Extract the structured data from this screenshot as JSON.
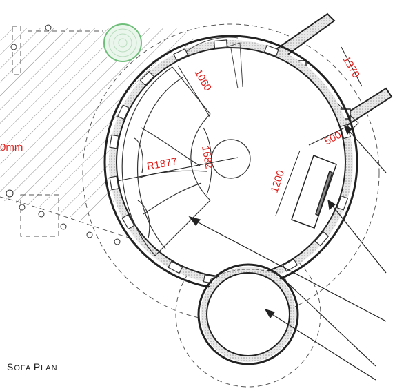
{
  "drawing": {
    "caption_first": "S",
    "caption_rest": "OFA ",
    "caption_first2": "P",
    "caption_rest2": "LAN"
  },
  "dimensions": {
    "d1060": "1060",
    "d1370": "1370",
    "r1877": "R1877",
    "d1682": "1682",
    "d500": "500",
    "d1200": "1200",
    "left_note": "0mm"
  },
  "colors": {
    "dimension_text": "#e0201c",
    "linework": "#222222",
    "hatch": "#8a8a8a",
    "tree": "#6fbf7a"
  }
}
